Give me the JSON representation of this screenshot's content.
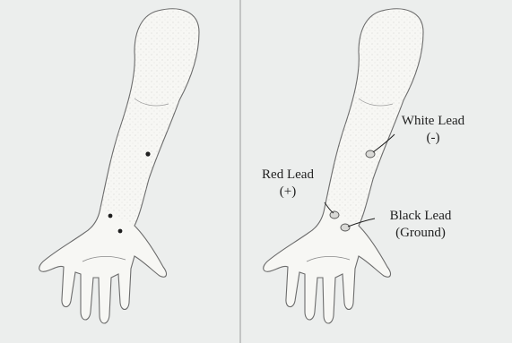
{
  "panels": [
    {
      "name": "left-arm",
      "electrode_sites": 3
    },
    {
      "name": "right-arm",
      "leads": [
        {
          "id": "white-lead",
          "name": "White Lead",
          "polarity": "(-)"
        },
        {
          "id": "red-lead",
          "name": "Red Lead",
          "polarity": "(+)"
        },
        {
          "id": "black-lead",
          "name": "Black Lead",
          "polarity": "(Ground)"
        }
      ]
    }
  ],
  "colors": {
    "background": "#eceeed",
    "arm_fill": "#f6f6f3",
    "arm_outline": "#6a6a6a",
    "ink": "#1f1f1f"
  }
}
